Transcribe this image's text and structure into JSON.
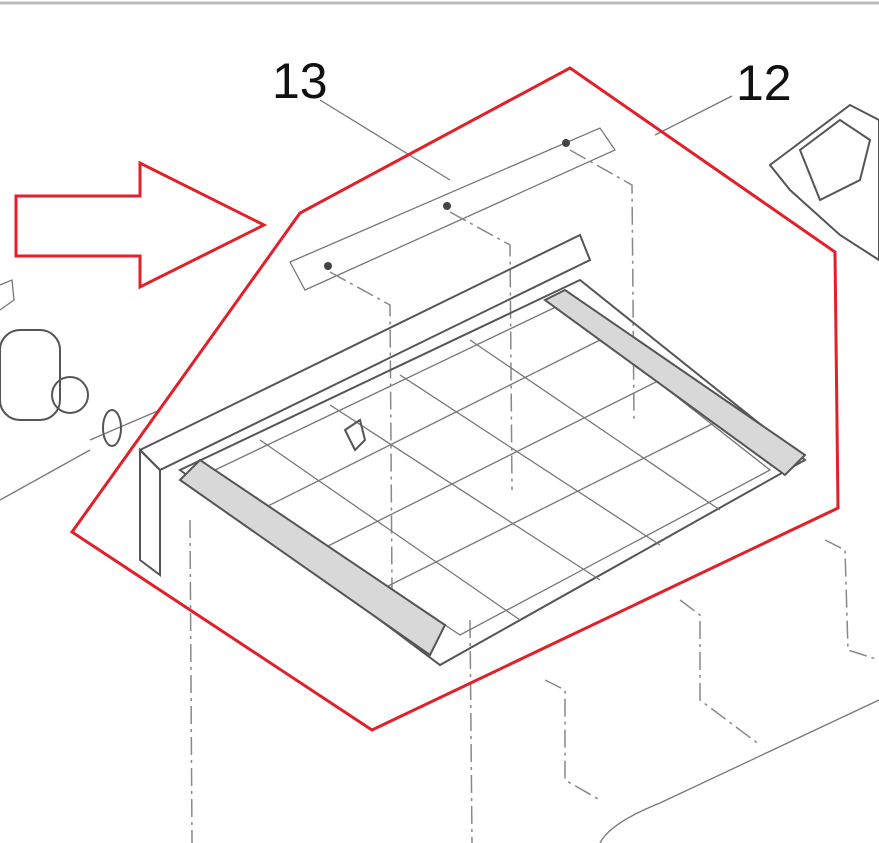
{
  "callouts": [
    {
      "number": "13",
      "refers_to": "screws"
    },
    {
      "number": "12",
      "refers_to": "tray-assembly"
    }
  ],
  "colors": {
    "highlight": "#e0202a",
    "line_art": "#555555",
    "frame_border": "#bbbbbb"
  }
}
